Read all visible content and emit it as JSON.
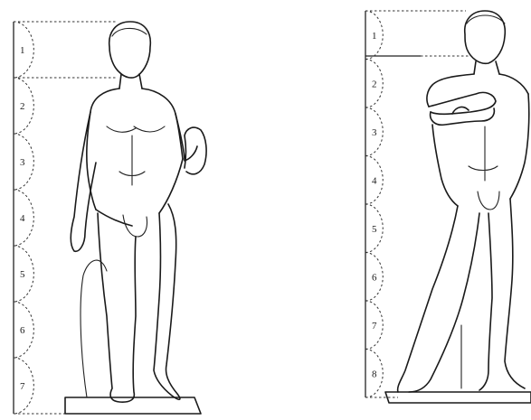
{
  "figures": [
    {
      "id": "left-figure",
      "head_units": 7,
      "labels": [
        "1",
        "2",
        "3",
        "4",
        "5",
        "6",
        "7"
      ]
    },
    {
      "id": "right-figure",
      "head_units": 8,
      "labels": [
        "1",
        "2",
        "3",
        "4",
        "5",
        "6",
        "7",
        "8"
      ]
    }
  ]
}
